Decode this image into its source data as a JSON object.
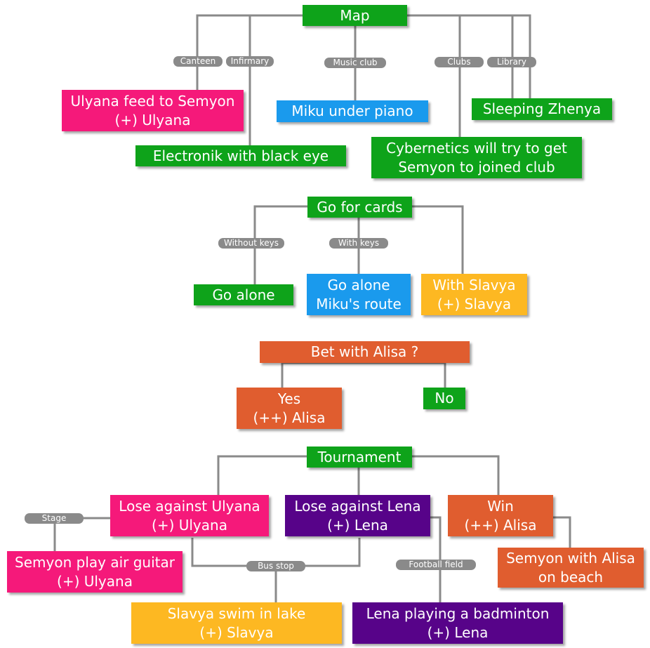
{
  "map": {
    "root": "Map",
    "labels": {
      "canteen": "Canteen",
      "infirmary": "Infirmary",
      "music_club": "Music club",
      "clubs": "Clubs",
      "library": "Library"
    },
    "ulyana_feed": [
      "Ulyana feed to Semyon",
      "(+) Ulyana"
    ],
    "electronik": [
      "Electronik with black eye"
    ],
    "miku_piano": [
      "Miku under piano"
    ],
    "sleeping_zhenya": [
      "Sleeping Zhenya"
    ],
    "cybernetics": [
      "Cybernetics will try to get",
      "Semyon to joined club"
    ]
  },
  "cards": {
    "root": "Go for cards",
    "labels": {
      "without_keys": "Without keys",
      "with_keys": "With keys"
    },
    "go_alone": [
      "Go alone"
    ],
    "miku_route": [
      "Go alone",
      "Miku's route"
    ],
    "with_slavya": [
      "With Slavya",
      "(+) Slavya"
    ]
  },
  "bet": {
    "root": "Bet with Alisa ?",
    "yes": [
      "Yes",
      "(++) Alisa"
    ],
    "no": [
      "No"
    ]
  },
  "tournament": {
    "root": "Tournament",
    "labels": {
      "stage": "Stage",
      "bus_stop": "Bus stop",
      "football_field": "Football field"
    },
    "lose_ulyana": [
      "Lose against Ulyana",
      "(+) Ulyana"
    ],
    "lose_lena": [
      "Lose against Lena",
      "(+) Lena"
    ],
    "win": [
      "Win",
      "(++) Alisa"
    ],
    "air_guitar": [
      "Semyon play air guitar",
      "(+) Ulyana"
    ],
    "slavya_swim": [
      "Slavya swim in lake",
      "(+) Slavya"
    ],
    "lena_badminton": [
      "Lena playing a badminton",
      "(+) Lena"
    ],
    "alisa_beach": [
      "Semyon with Alisa",
      "on beach"
    ]
  },
  "colors": {
    "green": "#0ea31a",
    "pink": "#f5197a",
    "blue": "#1a9aed",
    "yellow": "#fdb822",
    "orange": "#e05d2f",
    "purple": "#570389",
    "connector": "#8a8a8a"
  }
}
